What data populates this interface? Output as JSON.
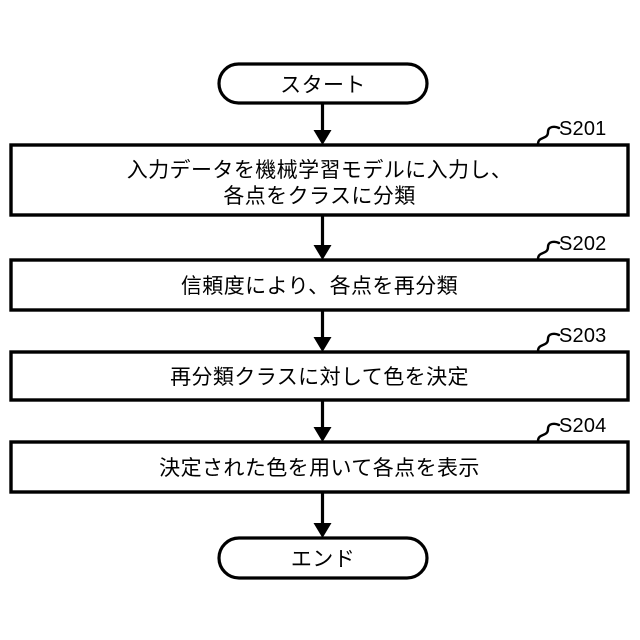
{
  "diagram": {
    "title_figure": "flowchart",
    "background_color": "#ffffff",
    "stroke_color": "#000000",
    "nodes": [
      {
        "id": "start",
        "type": "terminator",
        "label": "スタート"
      },
      {
        "id": "s201",
        "type": "process",
        "label_line1": "入力データを機械学習モデルに入力し、",
        "label_line2": "各点をクラスに分類",
        "step": "S201"
      },
      {
        "id": "s202",
        "type": "process",
        "label_line1": "信頼度により、各点を再分類",
        "step": "S202"
      },
      {
        "id": "s203",
        "type": "process",
        "label_line1": "再分類クラスに対して色を決定",
        "step": "S203"
      },
      {
        "id": "s204",
        "type": "process",
        "label_line1": "決定された色を用いて各点を表示",
        "step": "S204"
      },
      {
        "id": "end",
        "type": "terminator",
        "label": "エンド"
      }
    ]
  }
}
